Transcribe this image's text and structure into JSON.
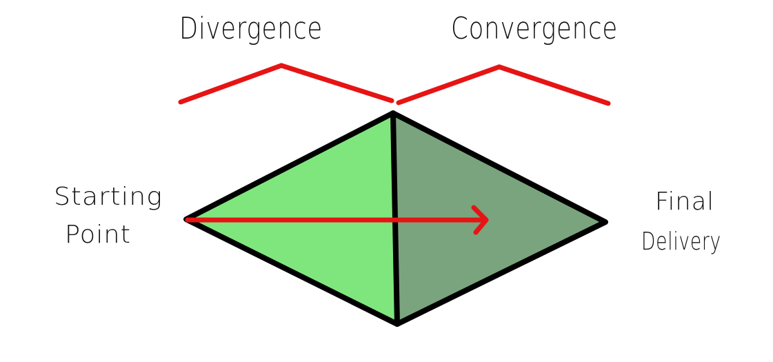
{
  "phases": {
    "left_label": "Divergence",
    "right_label": "Convergence"
  },
  "endpoints": {
    "start_line1": "Starting",
    "start_line2": "Point",
    "end_line1": "Final",
    "end_line2": "Delivery"
  },
  "colors": {
    "divergence_fill": "#7fe67e",
    "convergence_fill": "#7aa47d",
    "outline": "#000000",
    "accent_red": "#e61414",
    "text": "#111111",
    "background": "#ffffff"
  }
}
